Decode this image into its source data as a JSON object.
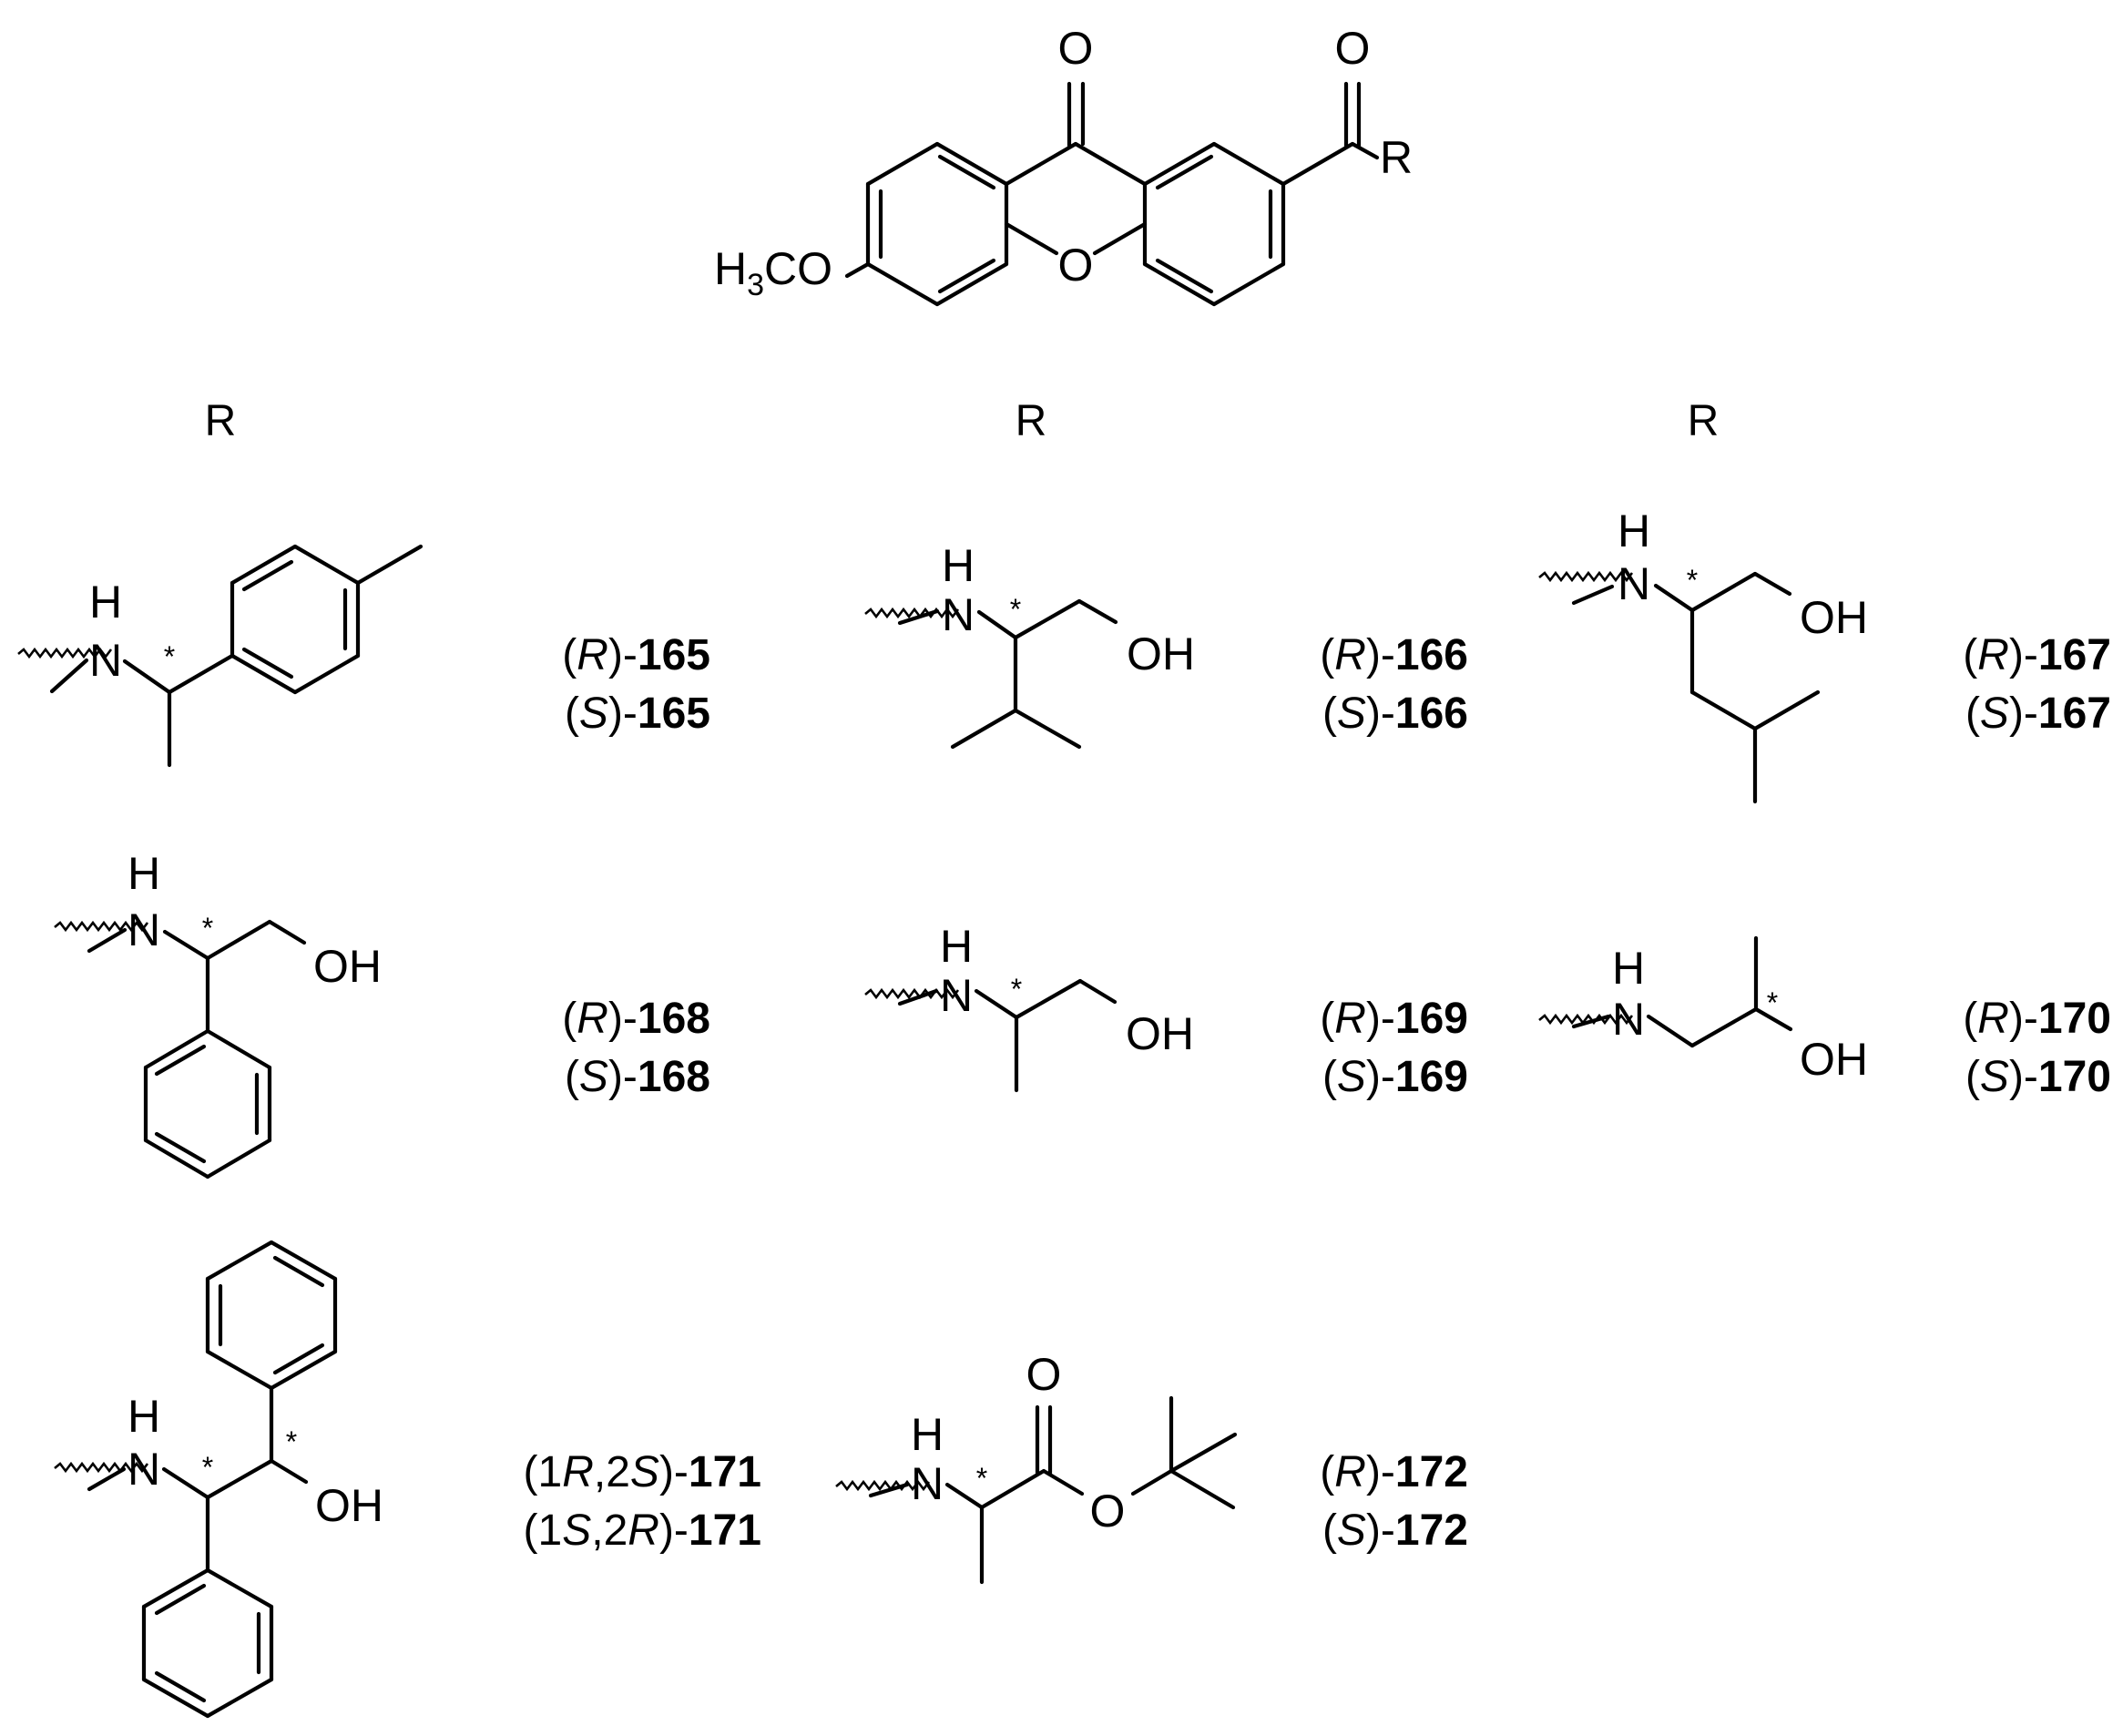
{
  "core": {
    "carbonyl_o": "O",
    "ring_o": "O",
    "acyl_o": "O",
    "r_attach": "R",
    "methoxy": {
      "h": "H",
      "h_sub": "3",
      "rest": "CO"
    }
  },
  "column_headers": [
    "R",
    "R",
    "R"
  ],
  "substituents": {
    "s165": {
      "n": "N",
      "h": "H",
      "star": "*"
    },
    "s166": {
      "n": "N",
      "h": "H",
      "star": "*",
      "oh": "OH"
    },
    "s167": {
      "n": "N",
      "h": "H",
      "star": "*",
      "oh": "OH"
    },
    "s168": {
      "n": "N",
      "h": "H",
      "star": "*",
      "oh": "OH"
    },
    "s169": {
      "n": "N",
      "h": "H",
      "star": "*",
      "oh": "OH"
    },
    "s170": {
      "n": "N",
      "h": "H",
      "star": "*",
      "oh": "OH"
    },
    "s171": {
      "n": "N",
      "h": "H",
      "star1": "*",
      "star2": "*",
      "oh": "OH"
    },
    "s172": {
      "n": "N",
      "h": "H",
      "star": "*",
      "o_carbonyl": "O",
      "o_ester": "O"
    }
  },
  "compounds": {
    "c165": [
      {
        "open": "(",
        "cfg": "R",
        "close": ")-",
        "num": "165"
      },
      {
        "open": "(",
        "cfg": "S",
        "close": ")-",
        "num": "165"
      }
    ],
    "c166": [
      {
        "open": "(",
        "cfg": "R",
        "close": ")-",
        "num": "166"
      },
      {
        "open": "(",
        "cfg": "S",
        "close": ")-",
        "num": "166"
      }
    ],
    "c167": [
      {
        "open": "(",
        "cfg": "R",
        "close": ")-",
        "num": "167"
      },
      {
        "open": "(",
        "cfg": "S",
        "close": ")-",
        "num": "167"
      }
    ],
    "c168": [
      {
        "open": "(",
        "cfg": "R",
        "close": ")-",
        "num": "168"
      },
      {
        "open": "(",
        "cfg": "S",
        "close": ")-",
        "num": "168"
      }
    ],
    "c169": [
      {
        "open": "(",
        "cfg": "R",
        "close": ")-",
        "num": "169"
      },
      {
        "open": "(",
        "cfg": "S",
        "close": ")-",
        "num": "169"
      }
    ],
    "c170": [
      {
        "open": "(",
        "cfg": "R",
        "close": ")-",
        "num": "170"
      },
      {
        "open": "(",
        "cfg": "S",
        "close": ")-",
        "num": "170"
      }
    ],
    "c171": [
      {
        "open": "(1",
        "cfg1": "R",
        "mid": ",2",
        "cfg2": "S",
        "close": ")-",
        "num": "171"
      },
      {
        "open": "(1",
        "cfg1": "S",
        "mid": ",2",
        "cfg2": "R",
        "close": ")-",
        "num": "171"
      }
    ],
    "c172": [
      {
        "open": "(",
        "cfg": "R",
        "close": ")-",
        "num": "172"
      },
      {
        "open": "(",
        "cfg": "S",
        "close": ")-",
        "num": "172"
      }
    ]
  }
}
